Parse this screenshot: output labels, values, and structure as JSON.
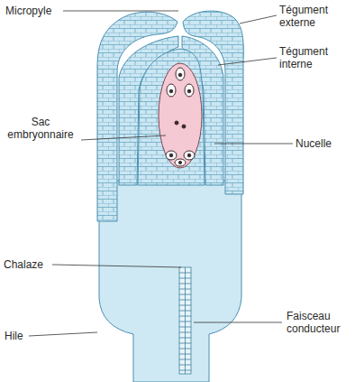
{
  "diagram": {
    "labels": [
      "Micropyle",
      "Tégument externe",
      "Tégument interne",
      "Sac embryonnaire",
      "Nucelle",
      "Chalaze",
      "Faisceau conducteur",
      "Hile"
    ]
  }
}
